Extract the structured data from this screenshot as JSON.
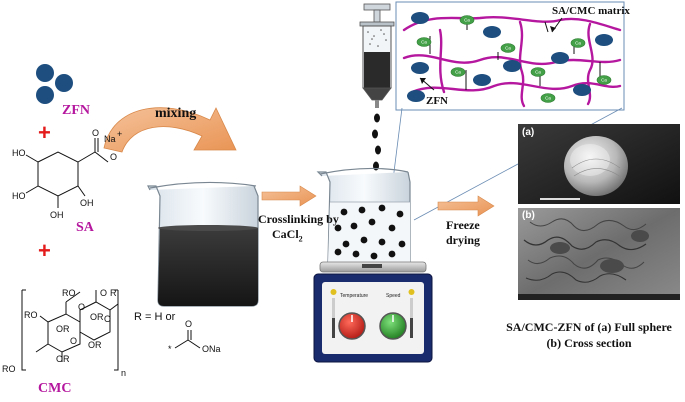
{
  "labels": {
    "zfn": "ZFN",
    "sa": "SA",
    "cmc": "CMC",
    "mixing": "mixing",
    "crosslinking_line1": "Crosslinking by",
    "crosslinking_line2": "CaCl",
    "crosslinking_sub": "2",
    "freeze_line1": "Freeze",
    "freeze_line2": "drying",
    "matrix": "SA/CMC matrix",
    "zfn_inset": "ZFN",
    "plus": "+",
    "r_def": "R = H or",
    "panel_a": "(a)",
    "panel_b": "(b)",
    "caption_line1": "SA/CMC-ZFN of (a) Full sphere",
    "caption_line2": "(b) Cross section",
    "temperature": "Temperature",
    "speed": "Speed",
    "ca": "Ca"
  },
  "sa_structure": {
    "na": "Na",
    "na_charge": "+",
    "o_minus": "O",
    "o": "O",
    "ho1": "HO",
    "ho2": "HO",
    "oh1": "OH",
    "oh2": "OH"
  },
  "cmc_structure": {
    "ro_top": "RO",
    "ro_left": "RO",
    "ro_bottom": "RO",
    "or1": "OR",
    "or2": "OR",
    "or3": "OR",
    "or4": "OR",
    "o1": "O",
    "o2": "O",
    "o3": "O",
    "o_r": "O",
    "r": "R",
    "n": "n",
    "side_o": "O",
    "side_ona": "ONa",
    "star": "*"
  },
  "colors": {
    "zfn_particle": "#1d4e7f",
    "polymer": "#b5179e",
    "crosslink": "#43a047",
    "arrow": "#f2b27a",
    "plus": "#e41b1b",
    "label_magenta": "#b5179e",
    "stirrer": "#1a2b6d"
  }
}
